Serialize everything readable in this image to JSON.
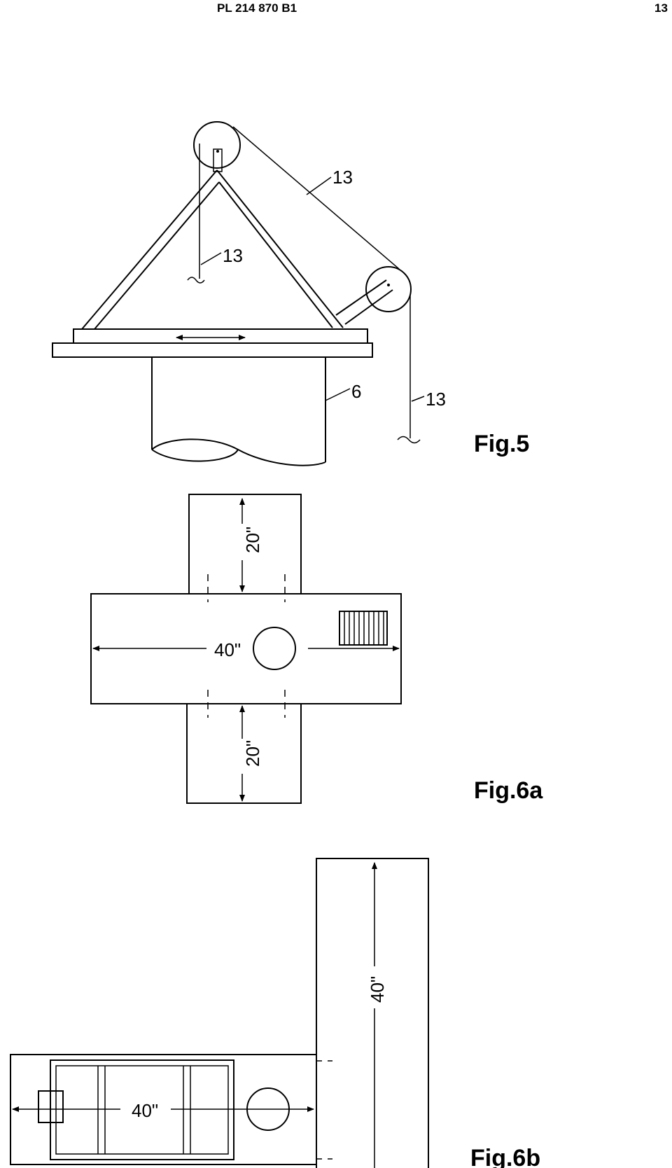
{
  "header": {
    "document_id": "PL 214 870 B1",
    "page_number": "13"
  },
  "fig5": {
    "label": "Fig.5",
    "ref_rope_top": "13",
    "ref_rope_mid": "13",
    "ref_rope_right": "13",
    "ref_column": "6"
  },
  "fig6a": {
    "label": "Fig.6a",
    "dim_top": "20\"",
    "dim_bottom": "20\"",
    "dim_width": "40\""
  },
  "fig6b": {
    "label": "Fig.6b",
    "dim_horizontal": "40\"",
    "dim_vertical": "40\""
  }
}
